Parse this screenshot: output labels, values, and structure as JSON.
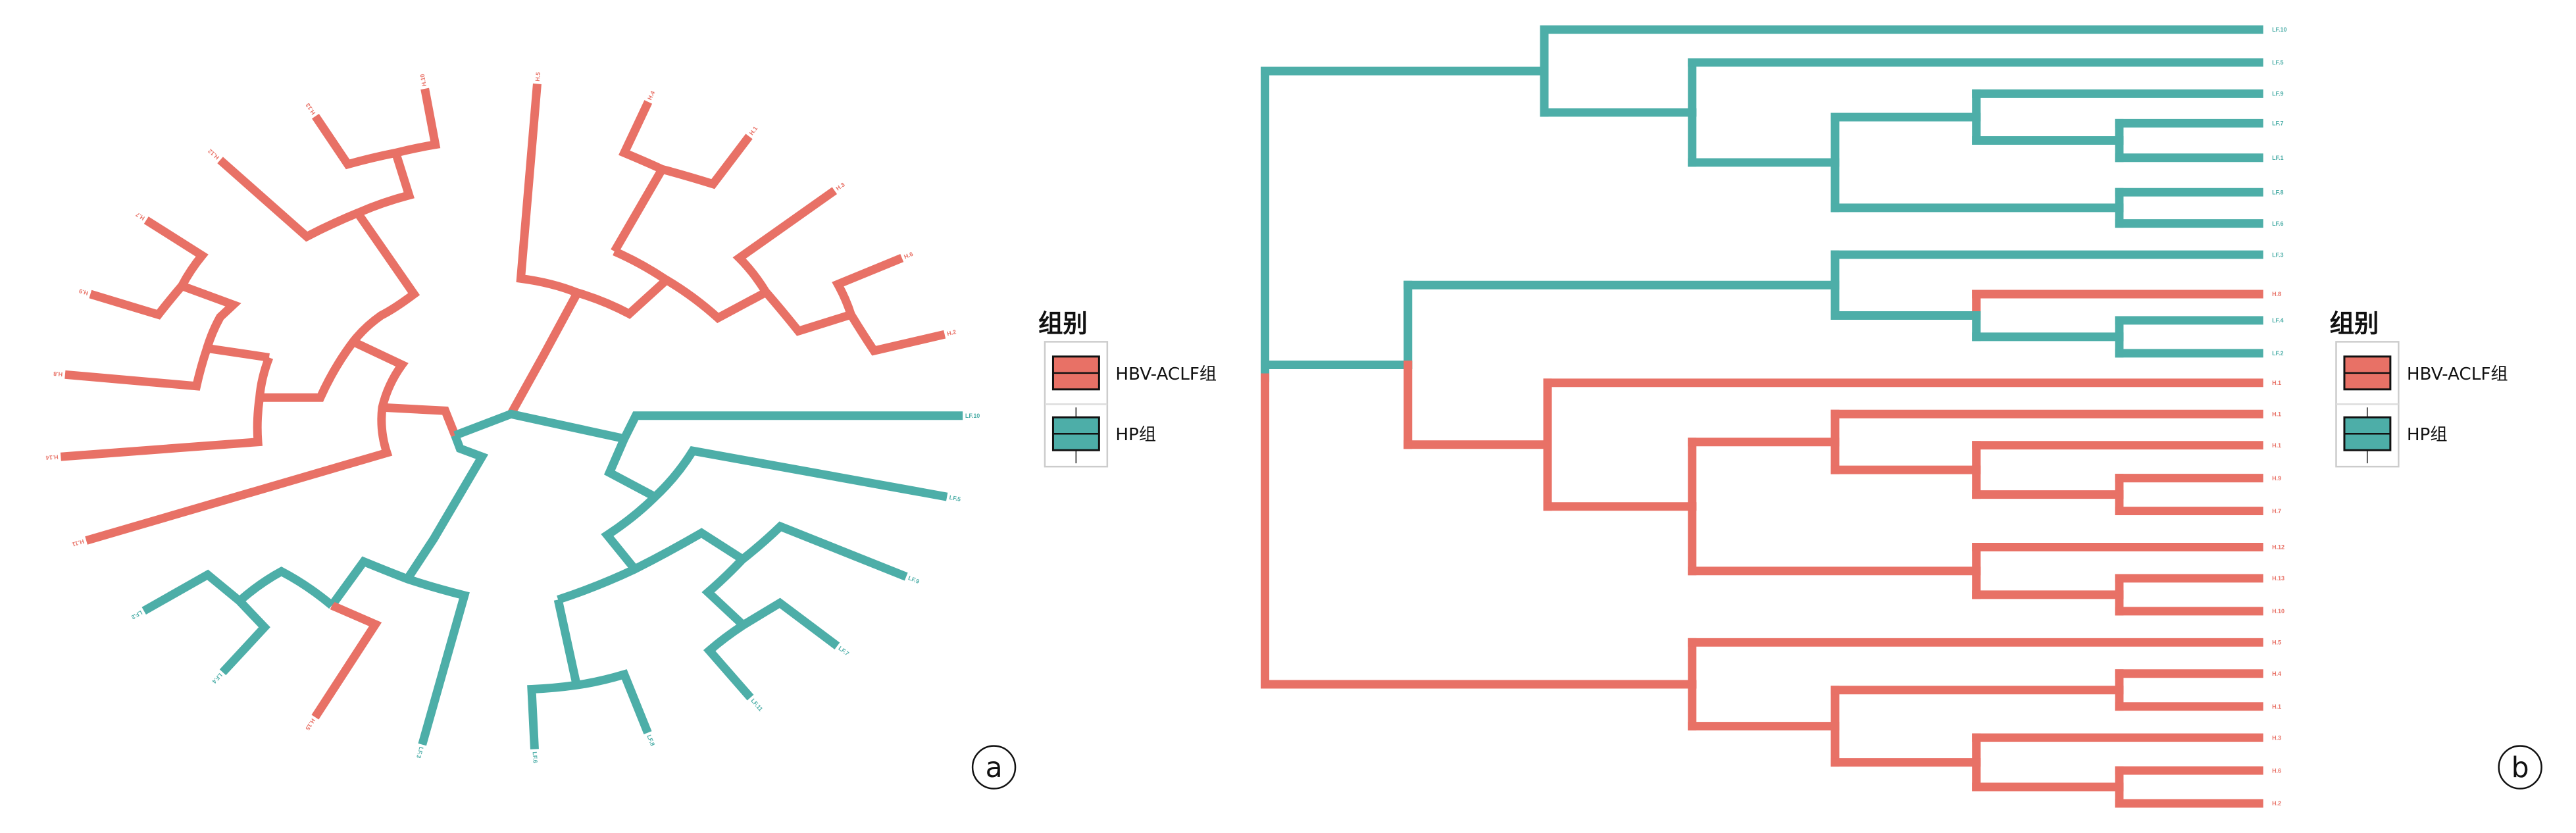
{
  "colors": {
    "hbv_aclf": "#E87166",
    "hp": "#4DAEA8"
  },
  "panel_a": {
    "letter": "a",
    "leaves": {
      "H5": "H.5",
      "H4": "H.4",
      "H1": "H.1",
      "H3": "H.3",
      "H6": "H.6",
      "H2": "H.2",
      "H10": "H.10",
      "H13": "H.13",
      "H12": "H.12",
      "H7": "H.7",
      "H9": "H.9",
      "H8": "H.8",
      "H14": "H.14",
      "H11": "H.11",
      "H15": "H.15",
      "LF2": "LF.2",
      "LF4": "LF.4",
      "LF3": "LF.3",
      "LF6": "LF.6",
      "LF8": "LF.8",
      "LF11": "LF.11",
      "LF7": "LF.7",
      "LF9": "LF.9",
      "LF5": "LF.5",
      "LF10": "LF.10"
    }
  },
  "panel_b": {
    "letter": "b",
    "leaves": [
      {
        "label": "LF.10",
        "group": "hp"
      },
      {
        "label": "LF.5",
        "group": "hp"
      },
      {
        "label": "LF.9",
        "group": "hp"
      },
      {
        "label": "LF.7",
        "group": "hp"
      },
      {
        "label": "LF.1",
        "group": "hp"
      },
      {
        "label": "LF.8",
        "group": "hp"
      },
      {
        "label": "LF.6",
        "group": "hp"
      },
      {
        "label": "LF.3",
        "group": "hp"
      },
      {
        "label": "H.8",
        "group": "hbv_aclf"
      },
      {
        "label": "LF.4",
        "group": "hp"
      },
      {
        "label": "LF.2",
        "group": "hp"
      },
      {
        "label": "H.1",
        "group": "hbv_aclf"
      },
      {
        "label": "H.1",
        "group": "hbv_aclf"
      },
      {
        "label": "H.1",
        "group": "hbv_aclf"
      },
      {
        "label": "H.9",
        "group": "hbv_aclf"
      },
      {
        "label": "H.7",
        "group": "hbv_aclf"
      },
      {
        "label": "H.12",
        "group": "hbv_aclf"
      },
      {
        "label": "H.13",
        "group": "hbv_aclf"
      },
      {
        "label": "H.10",
        "group": "hbv_aclf"
      },
      {
        "label": "H.5",
        "group": "hbv_aclf"
      },
      {
        "label": "H.4",
        "group": "hbv_aclf"
      },
      {
        "label": "H.1",
        "group": "hbv_aclf"
      },
      {
        "label": "H.3",
        "group": "hbv_aclf"
      },
      {
        "label": "H.6",
        "group": "hbv_aclf"
      },
      {
        "label": "H.2",
        "group": "hbv_aclf"
      }
    ]
  },
  "legend": {
    "title": "组别",
    "items": [
      {
        "label": "HBV-ACLF组",
        "group": "hbv_aclf"
      },
      {
        "label": "HP组",
        "group": "hp"
      }
    ]
  }
}
